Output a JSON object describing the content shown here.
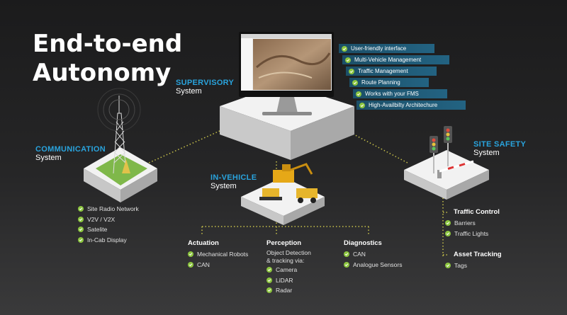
{
  "title": {
    "line1": "End-to-end",
    "line2": "Autonomy"
  },
  "supervisory": {
    "head": "SUPERVISORY",
    "sub": "System",
    "features": [
      "User-friendly interface",
      "Multi-Vehicle Management",
      "Traffic Management",
      "Route Planning",
      "Works with your FMS",
      "High-Availbilty Architechure"
    ]
  },
  "communication": {
    "head": "COMMUNICATION",
    "sub": "System",
    "items": [
      "Site Radio Network",
      "V2V / V2X",
      "Satelite",
      "In-Cab Display"
    ]
  },
  "invehicle": {
    "head": "IN-VEHICLE",
    "sub": "System"
  },
  "sitesafety": {
    "head": "SITE SAFETY",
    "sub": "System"
  },
  "actuation": {
    "title": "Actuation",
    "items": [
      "Mechanical Robots",
      "CAN"
    ]
  },
  "perception": {
    "title": "Perception",
    "line1": "Object Detection",
    "line2": "& tracking via:",
    "items": [
      "Camera",
      "LiDAR",
      "Radar"
    ]
  },
  "diagnostics": {
    "title": "Diagnostics",
    "items": [
      "CAN",
      "Analogue Sensors"
    ]
  },
  "traffic_control": {
    "title": "Traffic Control",
    "items": [
      "Barriers",
      "Traffic Lights"
    ]
  },
  "asset_tracking": {
    "title": "Asset Tracking",
    "items": [
      "Tags"
    ]
  },
  "colors": {
    "accent_blue": "#29a3dd",
    "check_green": "#8dc63f",
    "connector_yellow": "#c8c24a",
    "feature_bar": "#236382"
  },
  "icons": [
    "radio-tower-icon",
    "monitor-icon",
    "mining-vehicles-icon",
    "traffic-light-icon",
    "barrier-icon",
    "check-icon"
  ]
}
